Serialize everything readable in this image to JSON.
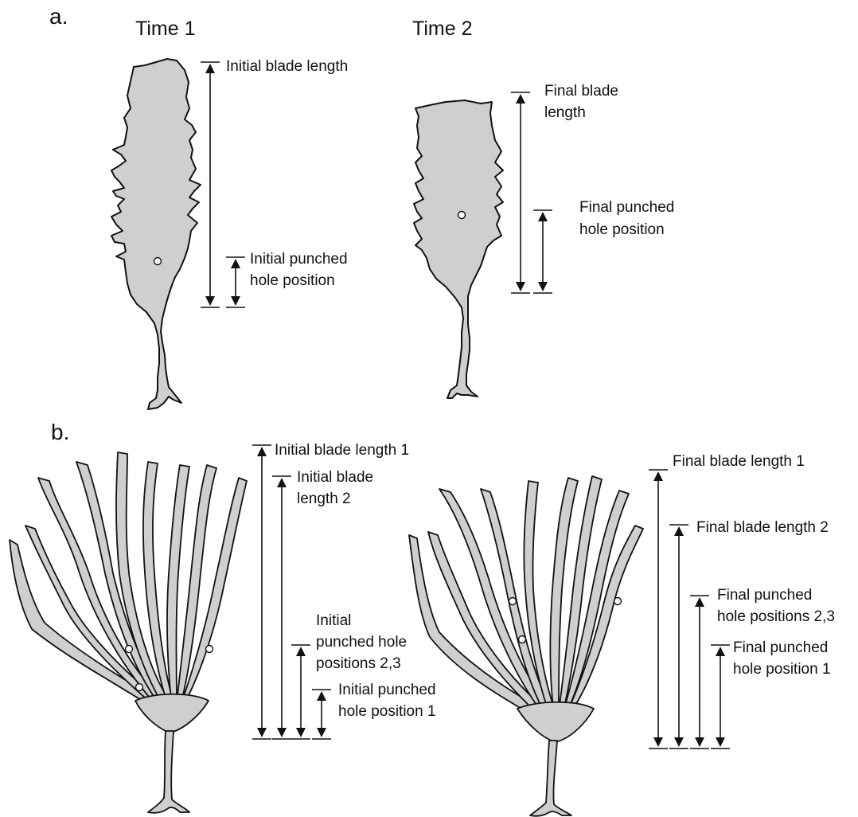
{
  "panel_a": {
    "label": "a.",
    "time1": "Time 1",
    "time2": "Time 2",
    "initial_blade_length": "Initial blade length",
    "initial_punched_hole_position": [
      "Initial punched",
      "hole position"
    ],
    "final_blade_length": [
      "Final blade",
      "length"
    ],
    "final_punched_hole_position": [
      "Final punched",
      "hole position"
    ]
  },
  "panel_b": {
    "label": "b.",
    "initial_blade_length_1": "Initial blade length 1",
    "initial_blade_length_2": [
      "Initial blade",
      "length 2"
    ],
    "initial_punched_hole_positions_23": [
      "Initial",
      "punched hole",
      "positions 2,3"
    ],
    "initial_punched_hole_position_1": [
      "Initial punched",
      "hole position 1"
    ],
    "final_blade_length_1": "Final blade length 1",
    "final_blade_length_2": "Final blade length 2",
    "final_punched_hole_positions_23": [
      "Final punched",
      "hole positions 2,3"
    ],
    "final_punched_hole_position_1": [
      "Final punched",
      "hole position 1"
    ]
  },
  "colors": {
    "kelp_fill": "#cfcfcf",
    "outline": "#111111",
    "hole_fill": "#ffffff"
  }
}
